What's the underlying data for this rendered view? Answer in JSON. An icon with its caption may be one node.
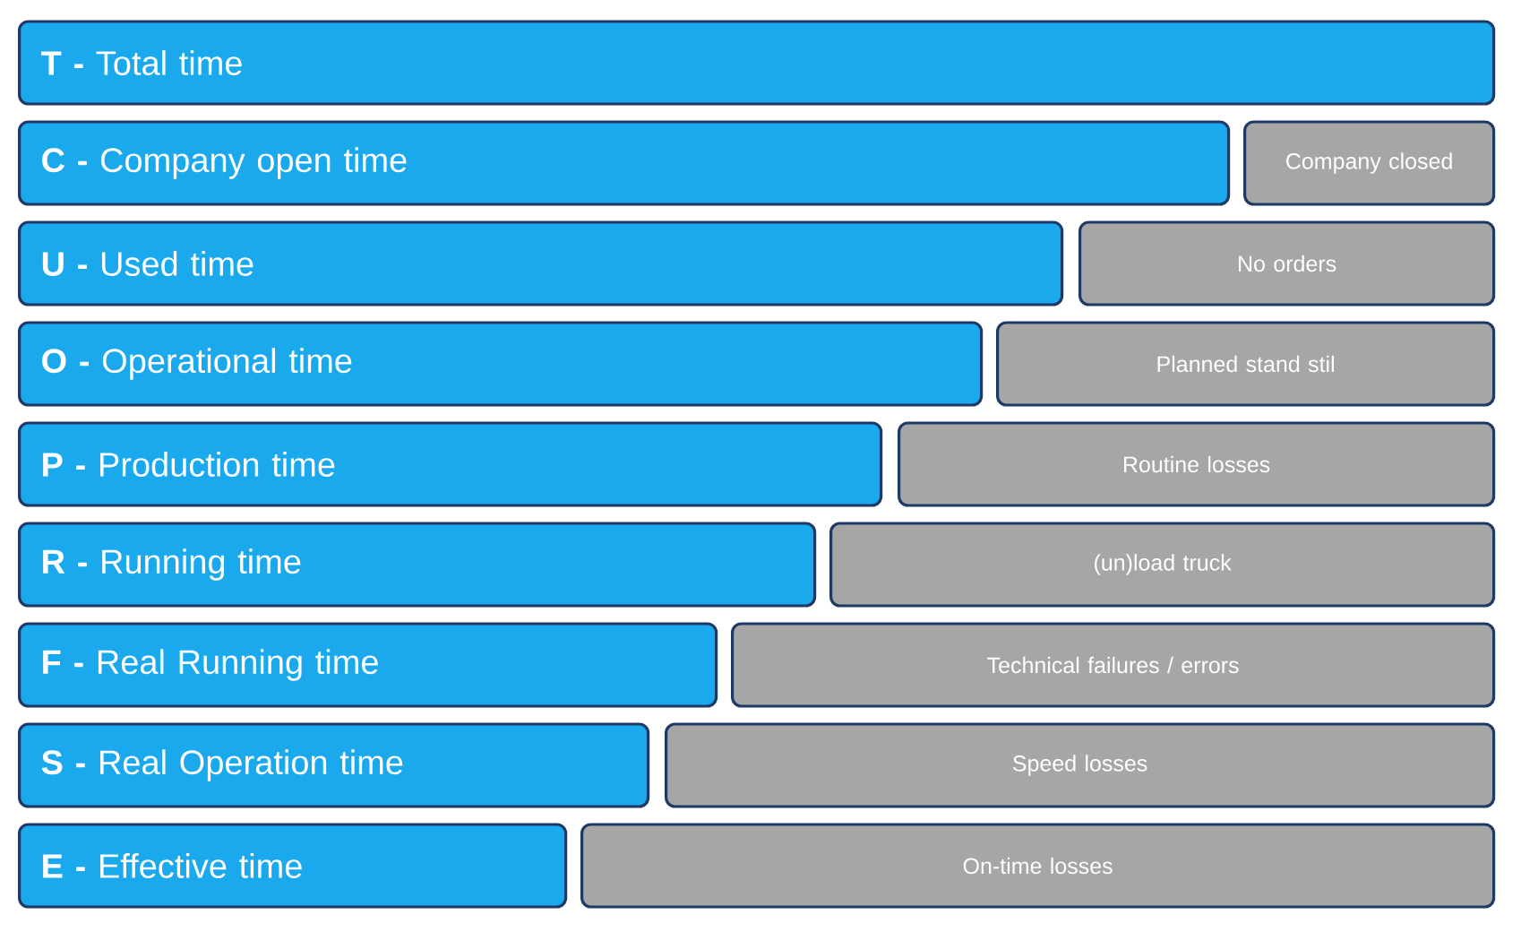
{
  "diagram": {
    "nodes": [
      {
        "text": [
          "**T -** Total time"
        ]
      },
      {
        "text": [
          "**C -** Company open time"
        ]
      },
      {
        "text": [
          "Company closed"
        ]
      },
      {
        "text": [
          "**U -** Used time"
        ]
      },
      {
        "text": [
          "No orders"
        ]
      },
      {
        "text": [
          "**O -** Operational time"
        ]
      },
      {
        "text": [
          "Planned stand stil"
        ]
      },
      {
        "text": [
          "**P -** Production time"
        ]
      },
      {
        "text": [
          "Routine losses"
        ]
      },
      {
        "text": [
          "**R -** Running time"
        ]
      },
      {
        "text": [
          "(un)load truck"
        ]
      },
      {
        "text": [
          "**F -** Real Running time"
        ]
      },
      {
        "text": [
          "Technical failures / errors"
        ]
      },
      {
        "text": [
          "**S -** Real Operation time"
        ]
      },
      {
        "text": [
          "Speed losses"
        ]
      },
      {
        "text": [
          "**E -** Effective time"
        ]
      },
      {
        "text": [
          "On-time losses"
        ]
      }
    ]
  }
}
